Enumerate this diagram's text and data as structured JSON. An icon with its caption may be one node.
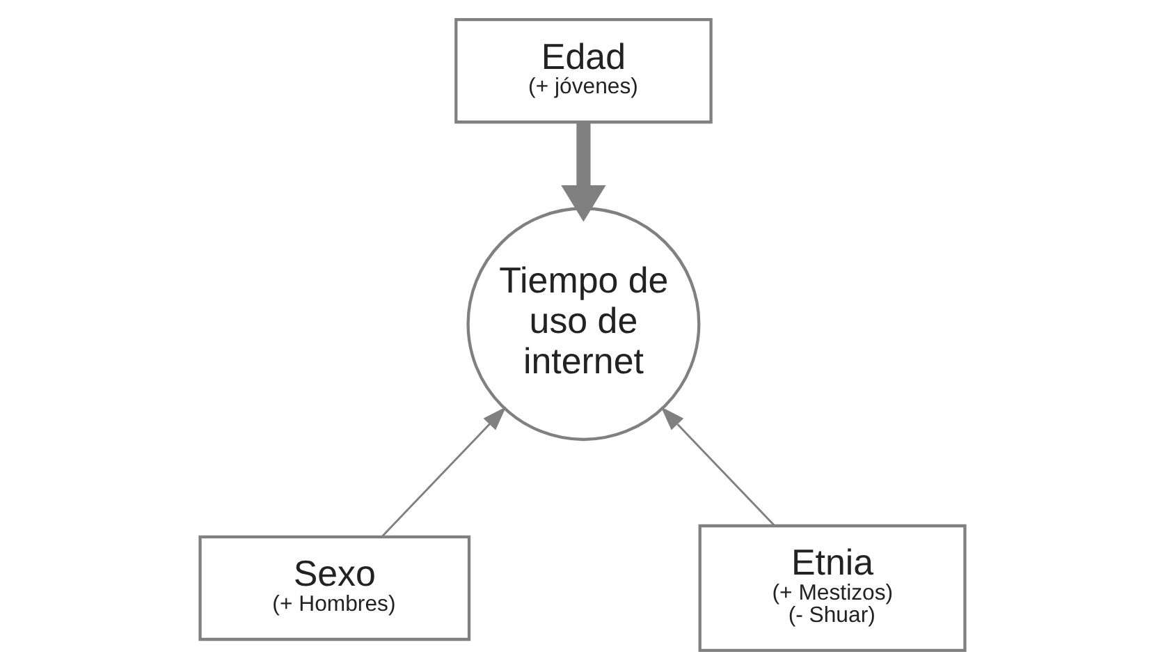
{
  "diagram": {
    "nodes": [
      {
        "text": [
          "Edad",
          "(+ jóvenes)"
        ]
      },
      {
        "text": [
          "Tiempo de uso de internet"
        ]
      },
      {
        "text": [
          "Sexo",
          "(+ Hombres)"
        ]
      },
      {
        "text": [
          "Etnia",
          "(+ Mestizos)",
          "(- Shuar)"
        ]
      }
    ],
    "edges": [
      {
        "from": 0,
        "to": 1,
        "arrow": "to",
        "style": "thick"
      },
      {
        "from": 2,
        "to": 1,
        "arrow": "to"
      },
      {
        "from": 3,
        "to": 1,
        "arrow": "to"
      }
    ]
  }
}
